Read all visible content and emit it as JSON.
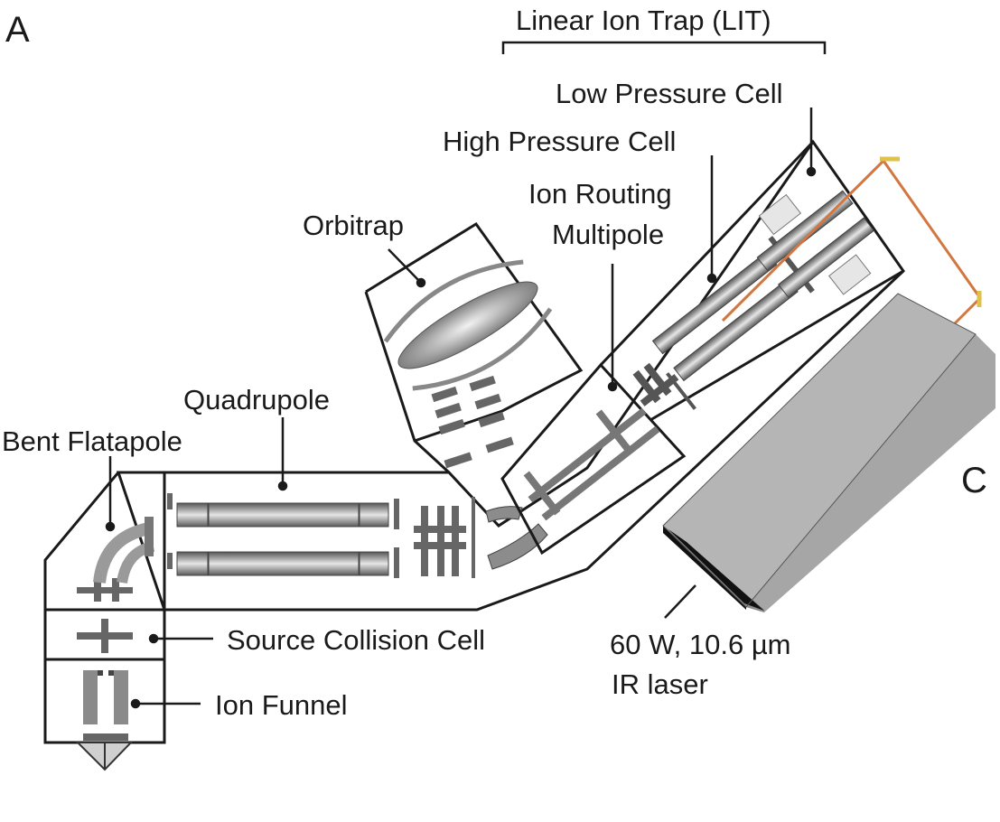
{
  "panel_letters": {
    "top_left": "A",
    "right": "C"
  },
  "bracket_label": "Linear Ion Trap (LIT)",
  "labels": {
    "low_pressure_cell": "Low Pressure Cell",
    "high_pressure_cell": "High Pressure Cell",
    "ion_routing_line1": "Ion Routing",
    "ion_routing_line2": "Multipole",
    "orbitrap": "Orbitrap",
    "quadrupole": "Quadrupole",
    "bent_flatapole": "Bent Flatapole",
    "source_collision_cell": "Source Collision Cell",
    "ion_funnel": "Ion Funnel",
    "laser_line1": "60 W, 10.6 µm",
    "laser_line2": "IR laser"
  },
  "colors": {
    "outline": "#1a1a1a",
    "laser_beam": "#d2773f",
    "laser_mirror": "#e0c24a",
    "laser_front": "#8c8c8c",
    "laser_top": "#b5b5b5",
    "laser_side": "#a6a6a6",
    "laser_aperture": "#111111",
    "rod_dark": "#555555",
    "rod_light": "#d8d8d8"
  }
}
